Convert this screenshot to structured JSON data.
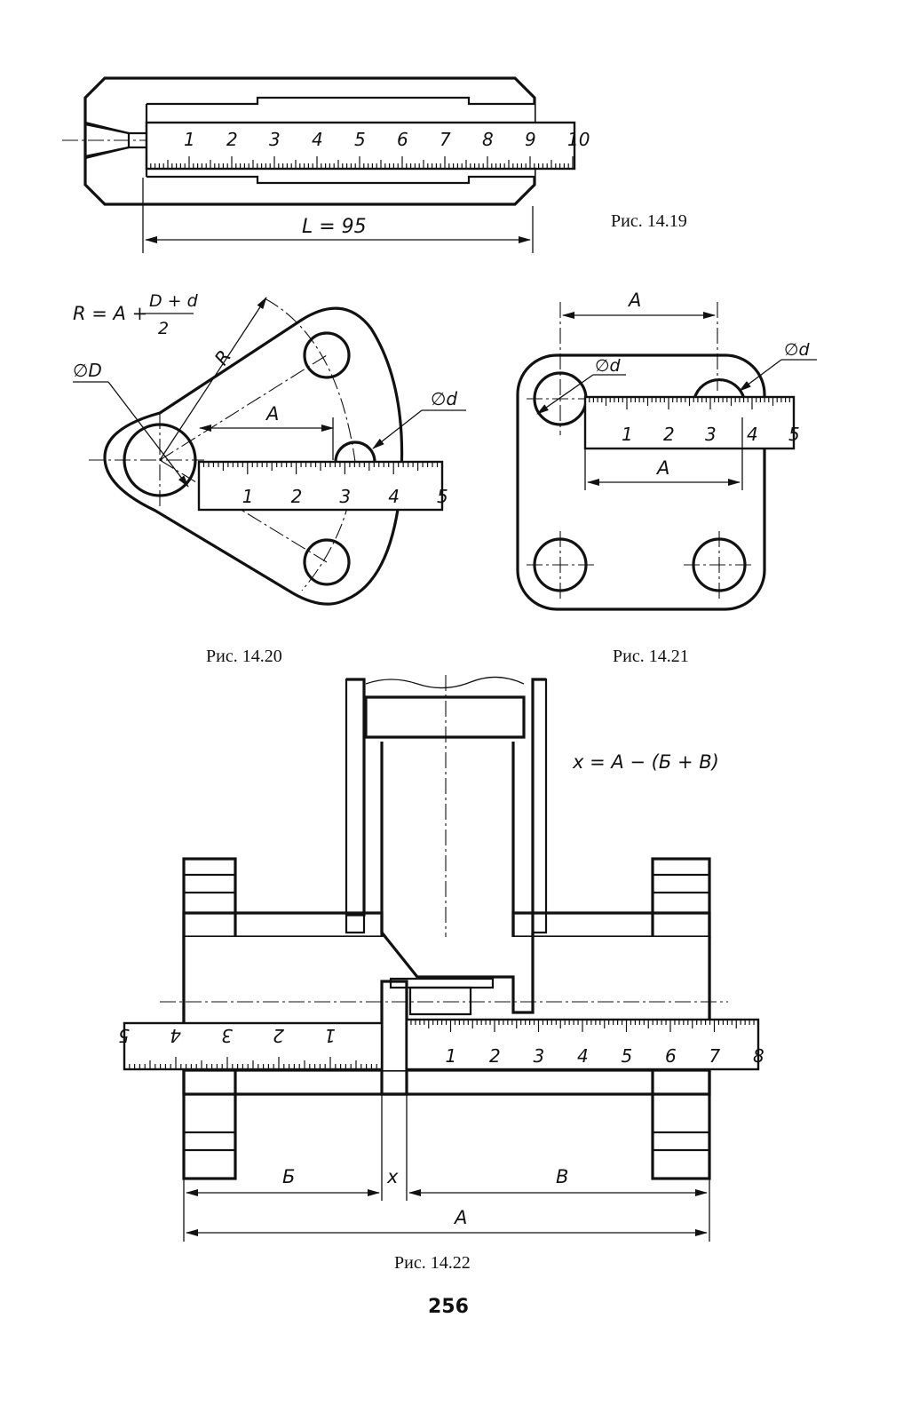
{
  "page_number": "256",
  "fig19": {
    "caption": "Рис. 14.19",
    "dimension": "L = 95",
    "ruler_numbers": [
      "1",
      "2",
      "3",
      "4",
      "5",
      "6",
      "7",
      "8",
      "9",
      "10"
    ]
  },
  "fig20": {
    "caption": "Рис. 14.20",
    "formula": {
      "lhs": "R = A +",
      "num": "D + d",
      "den": "2"
    },
    "label_R": "R",
    "label_D": "∅D",
    "label_d": "∅d",
    "label_A": "A",
    "ruler_numbers": [
      "1",
      "2",
      "3",
      "4",
      "5"
    ]
  },
  "fig21": {
    "caption": "Рис. 14.21",
    "label_A_top": "A",
    "label_A_bottom": "A",
    "label_d_left": "∅d",
    "label_d_right": "∅d",
    "ruler_numbers": [
      "1",
      "2",
      "3",
      "4",
      "5"
    ]
  },
  "fig22": {
    "caption": "Рис. 14.22",
    "formula": "x = A − (Б + B)",
    "label_B_cyr": "Б",
    "label_x": "x",
    "label_V": "B",
    "label_A": "A",
    "ruler_left_numbers": [
      "1",
      "2",
      "3",
      "4",
      "5"
    ],
    "ruler_right_numbers": [
      "1",
      "2",
      "3",
      "4",
      "5",
      "6",
      "7",
      "8"
    ]
  }
}
